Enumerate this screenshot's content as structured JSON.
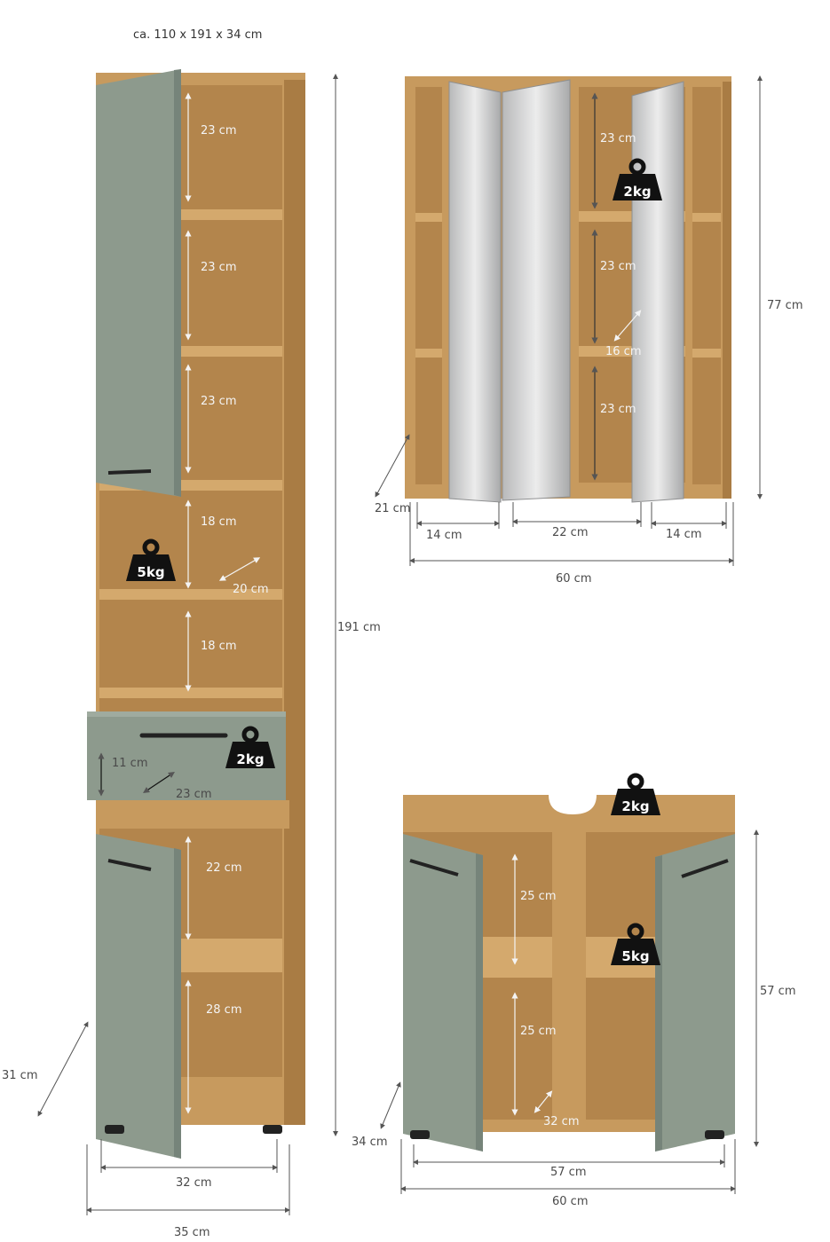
{
  "header": {
    "overall_size": "ca. 110 x 191 x 34 cm"
  },
  "colors": {
    "oak": "#c79a5e",
    "oak_dark": "#a97c44",
    "oak_inner": "#b3854c",
    "sage": "#8d9a8d",
    "sage_dark": "#76847a",
    "mirror": "#cfd0d1",
    "weight": "#111111",
    "dim_line": "#555555"
  },
  "tall_cabinet": {
    "shelf_1": "23 cm",
    "shelf_2": "23 cm",
    "shelf_3": "23 cm",
    "open_1": "18 cm",
    "open_depth": "20 cm",
    "open_2": "18 cm",
    "drawer_height": "11 cm",
    "drawer_depth": "23 cm",
    "lower_1": "22 cm",
    "lower_2": "28 cm",
    "height": "191 cm",
    "depth": "31 cm",
    "inner_width": "32 cm",
    "width": "35 cm",
    "weight_open": "5kg",
    "weight_drawer": "2kg"
  },
  "mirror_cabinet": {
    "shelf_1": "23 cm",
    "shelf_2": "23 cm",
    "shelf_3": "23 cm",
    "inner_depth": "16 cm",
    "height": "77 cm",
    "depth": "21 cm",
    "left_width": "14 cm",
    "center_width": "22 cm",
    "right_width": "14 cm",
    "width": "60 cm",
    "weight": "2kg"
  },
  "vanity": {
    "upper": "25 cm",
    "lower": "25 cm",
    "inner_depth": "32 cm",
    "height": "57 cm",
    "depth": "34 cm",
    "inner_width": "57 cm",
    "width": "60 cm",
    "weight_top": "2kg",
    "weight_shelf": "5kg"
  }
}
